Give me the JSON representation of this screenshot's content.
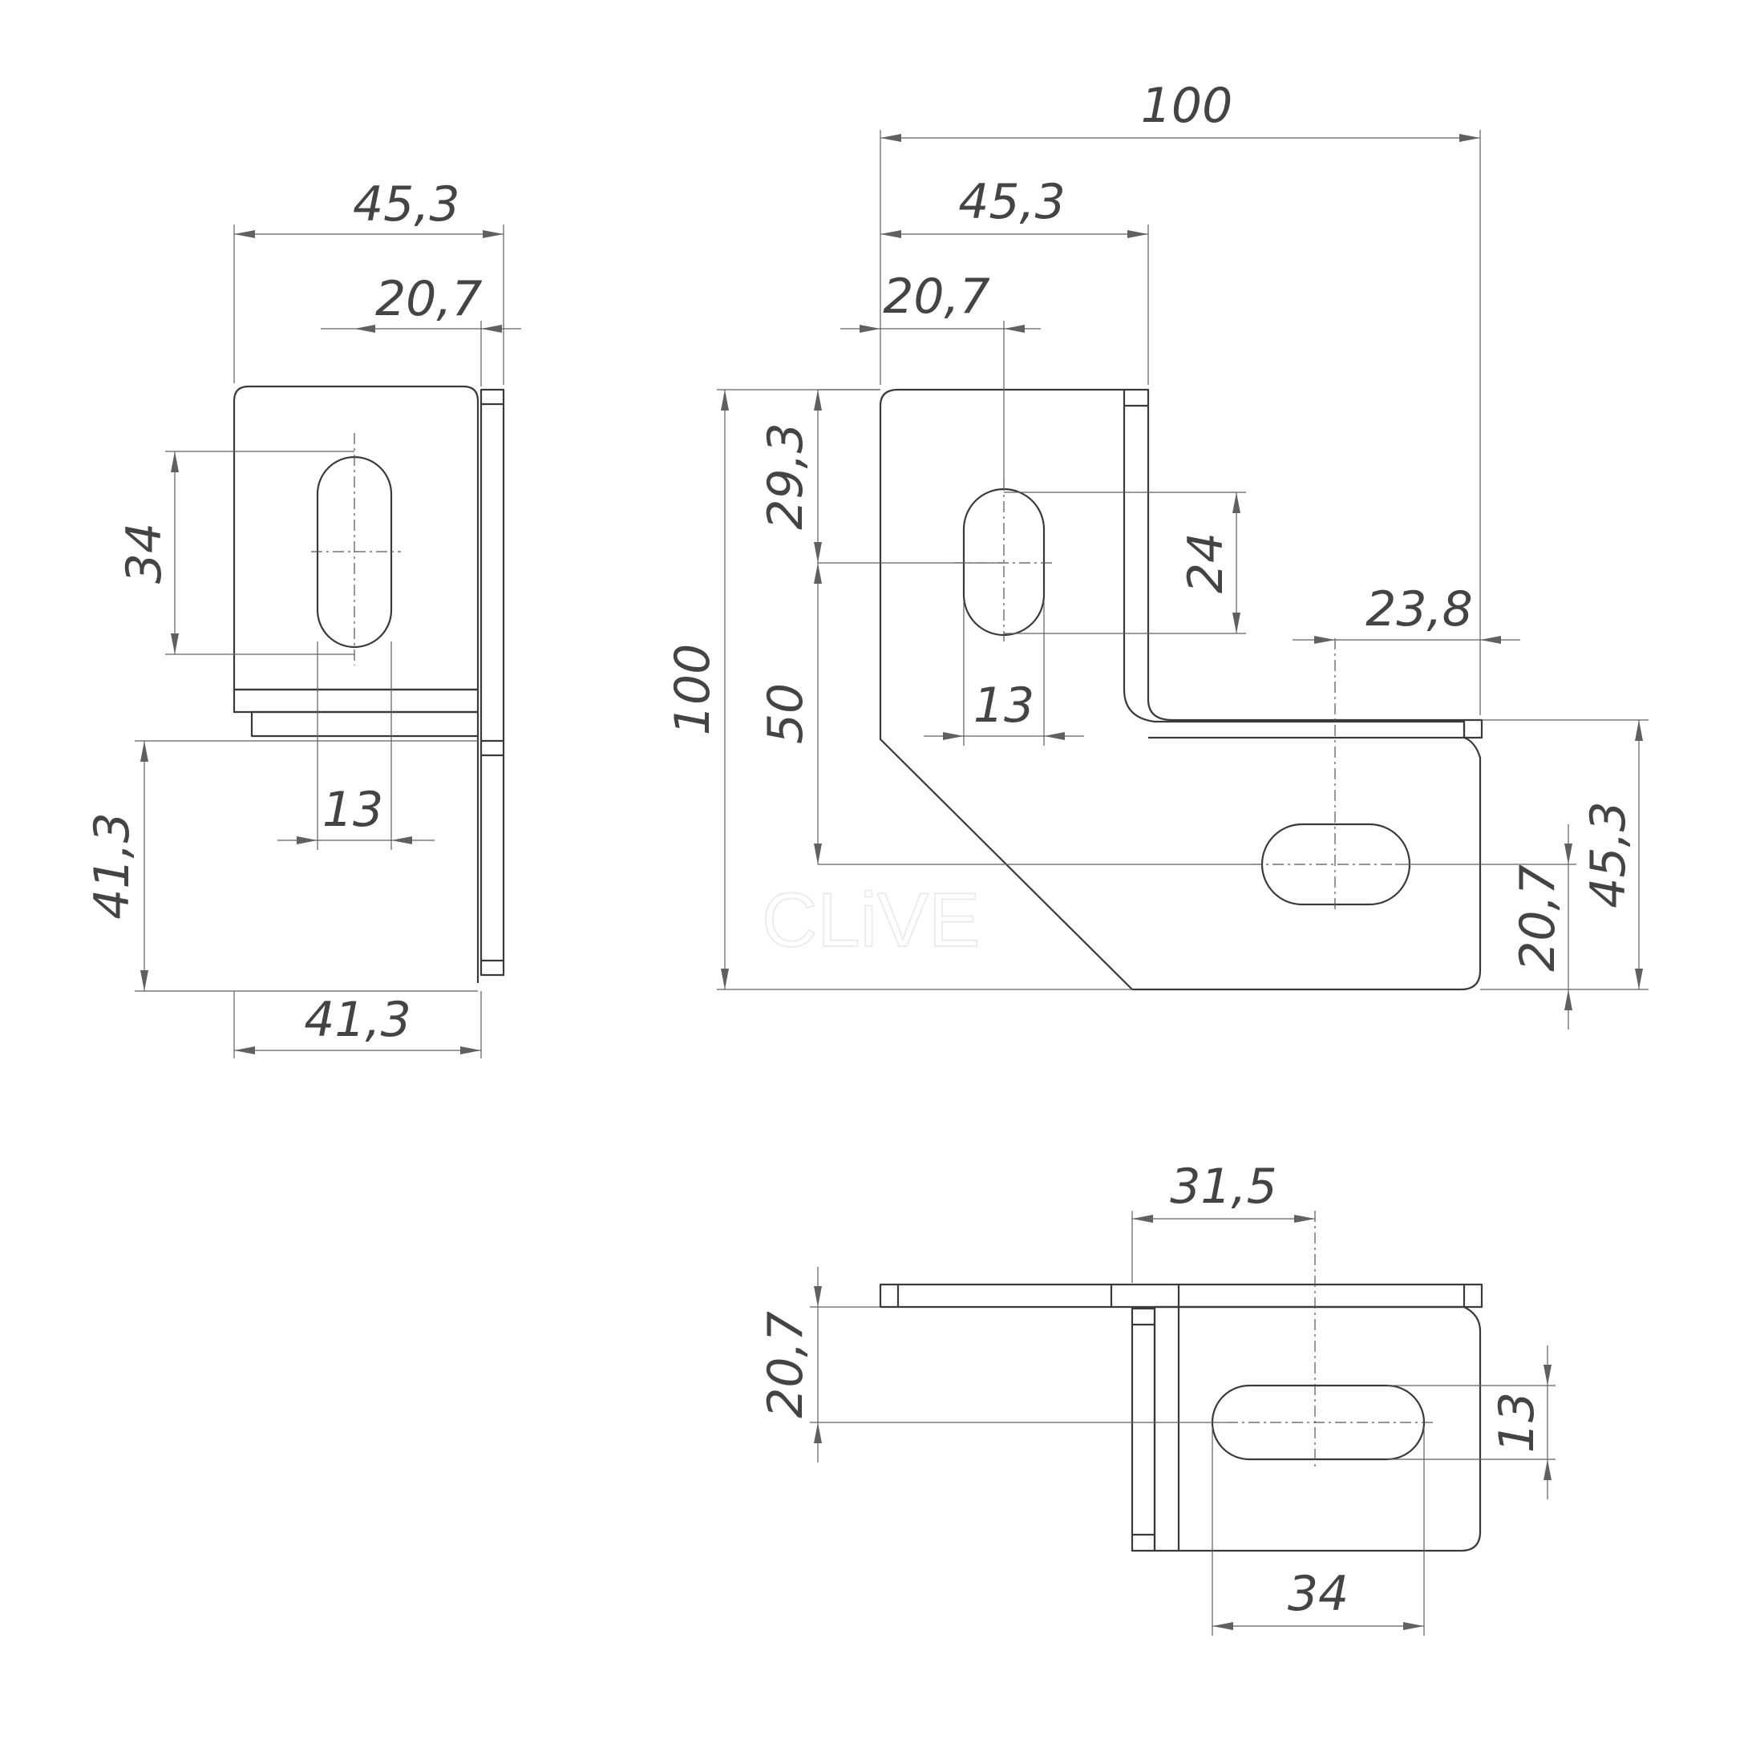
{
  "colors": {
    "line": "#3a3a3a",
    "dimension": "#606060",
    "text": "#444444",
    "watermark": "#ececec"
  },
  "watermark": "CLiVE",
  "side_view": {
    "dims": {
      "width_top": "45,3",
      "slot_offset": "20,7",
      "slot_length": "34",
      "slot_width": "13",
      "lower_height": "41,3",
      "base_width": "41,3"
    }
  },
  "front_view": {
    "dims": {
      "overall_width": "100",
      "upper_width": "45,3",
      "slot_offset_left": "20,7",
      "slot_top": "29,3",
      "slot_length": "24",
      "slot_width": "13",
      "slot2_offset_right": "23,8",
      "overall_height": "100",
      "slot_spacing": "50",
      "slot2_offset_bottom": "20,7",
      "lower_height": "45,3"
    }
  },
  "top_view": {
    "dims": {
      "slot_offset": "31,5",
      "slot_offset_vertical": "20,7",
      "slot_width": "13",
      "slot_length": "34"
    }
  }
}
